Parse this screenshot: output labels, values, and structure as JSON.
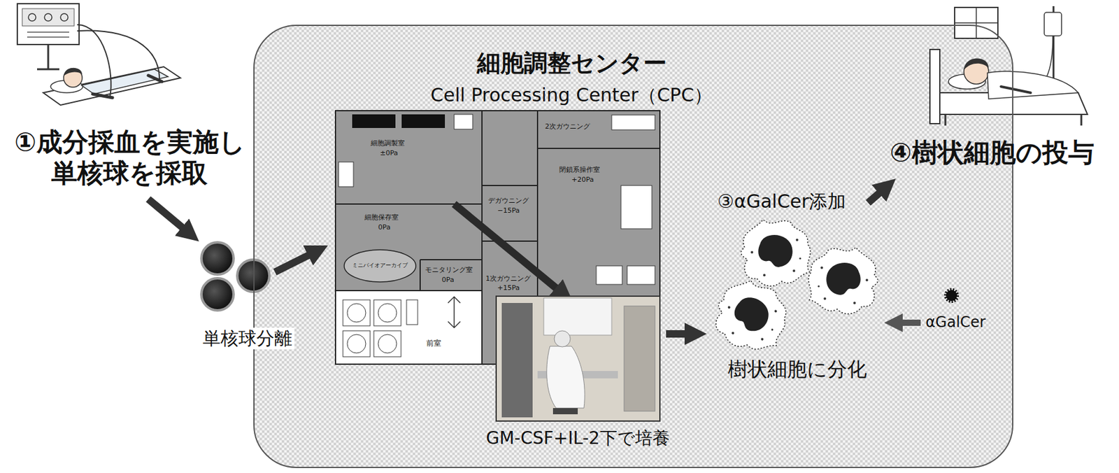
{
  "diagram": {
    "nodes": [
      {
        "text": [
          "細胞調整センター",
          "Cell Processing Center（CPC）"
        ]
      }
    ],
    "labels": [
      "①成分採血を実施し 単核球を採取",
      "単核球分離",
      "細胞調製室",
      "±0Pa",
      "2次ガウニング",
      "閉鎖系操作室",
      "+20Pa",
      "デガウニング",
      "−15Pa",
      "細胞保存室",
      "0Pa",
      "ミニバイオアーカイブ",
      "モニタリング室",
      "0Pa",
      "1次ガウニング",
      "+15Pa",
      "前室",
      "GM-CSF+IL-2下で培養",
      "③αGalCer添加",
      "樹状細胞に分化",
      "αGalCer",
      "④樹状細胞の投与"
    ]
  }
}
